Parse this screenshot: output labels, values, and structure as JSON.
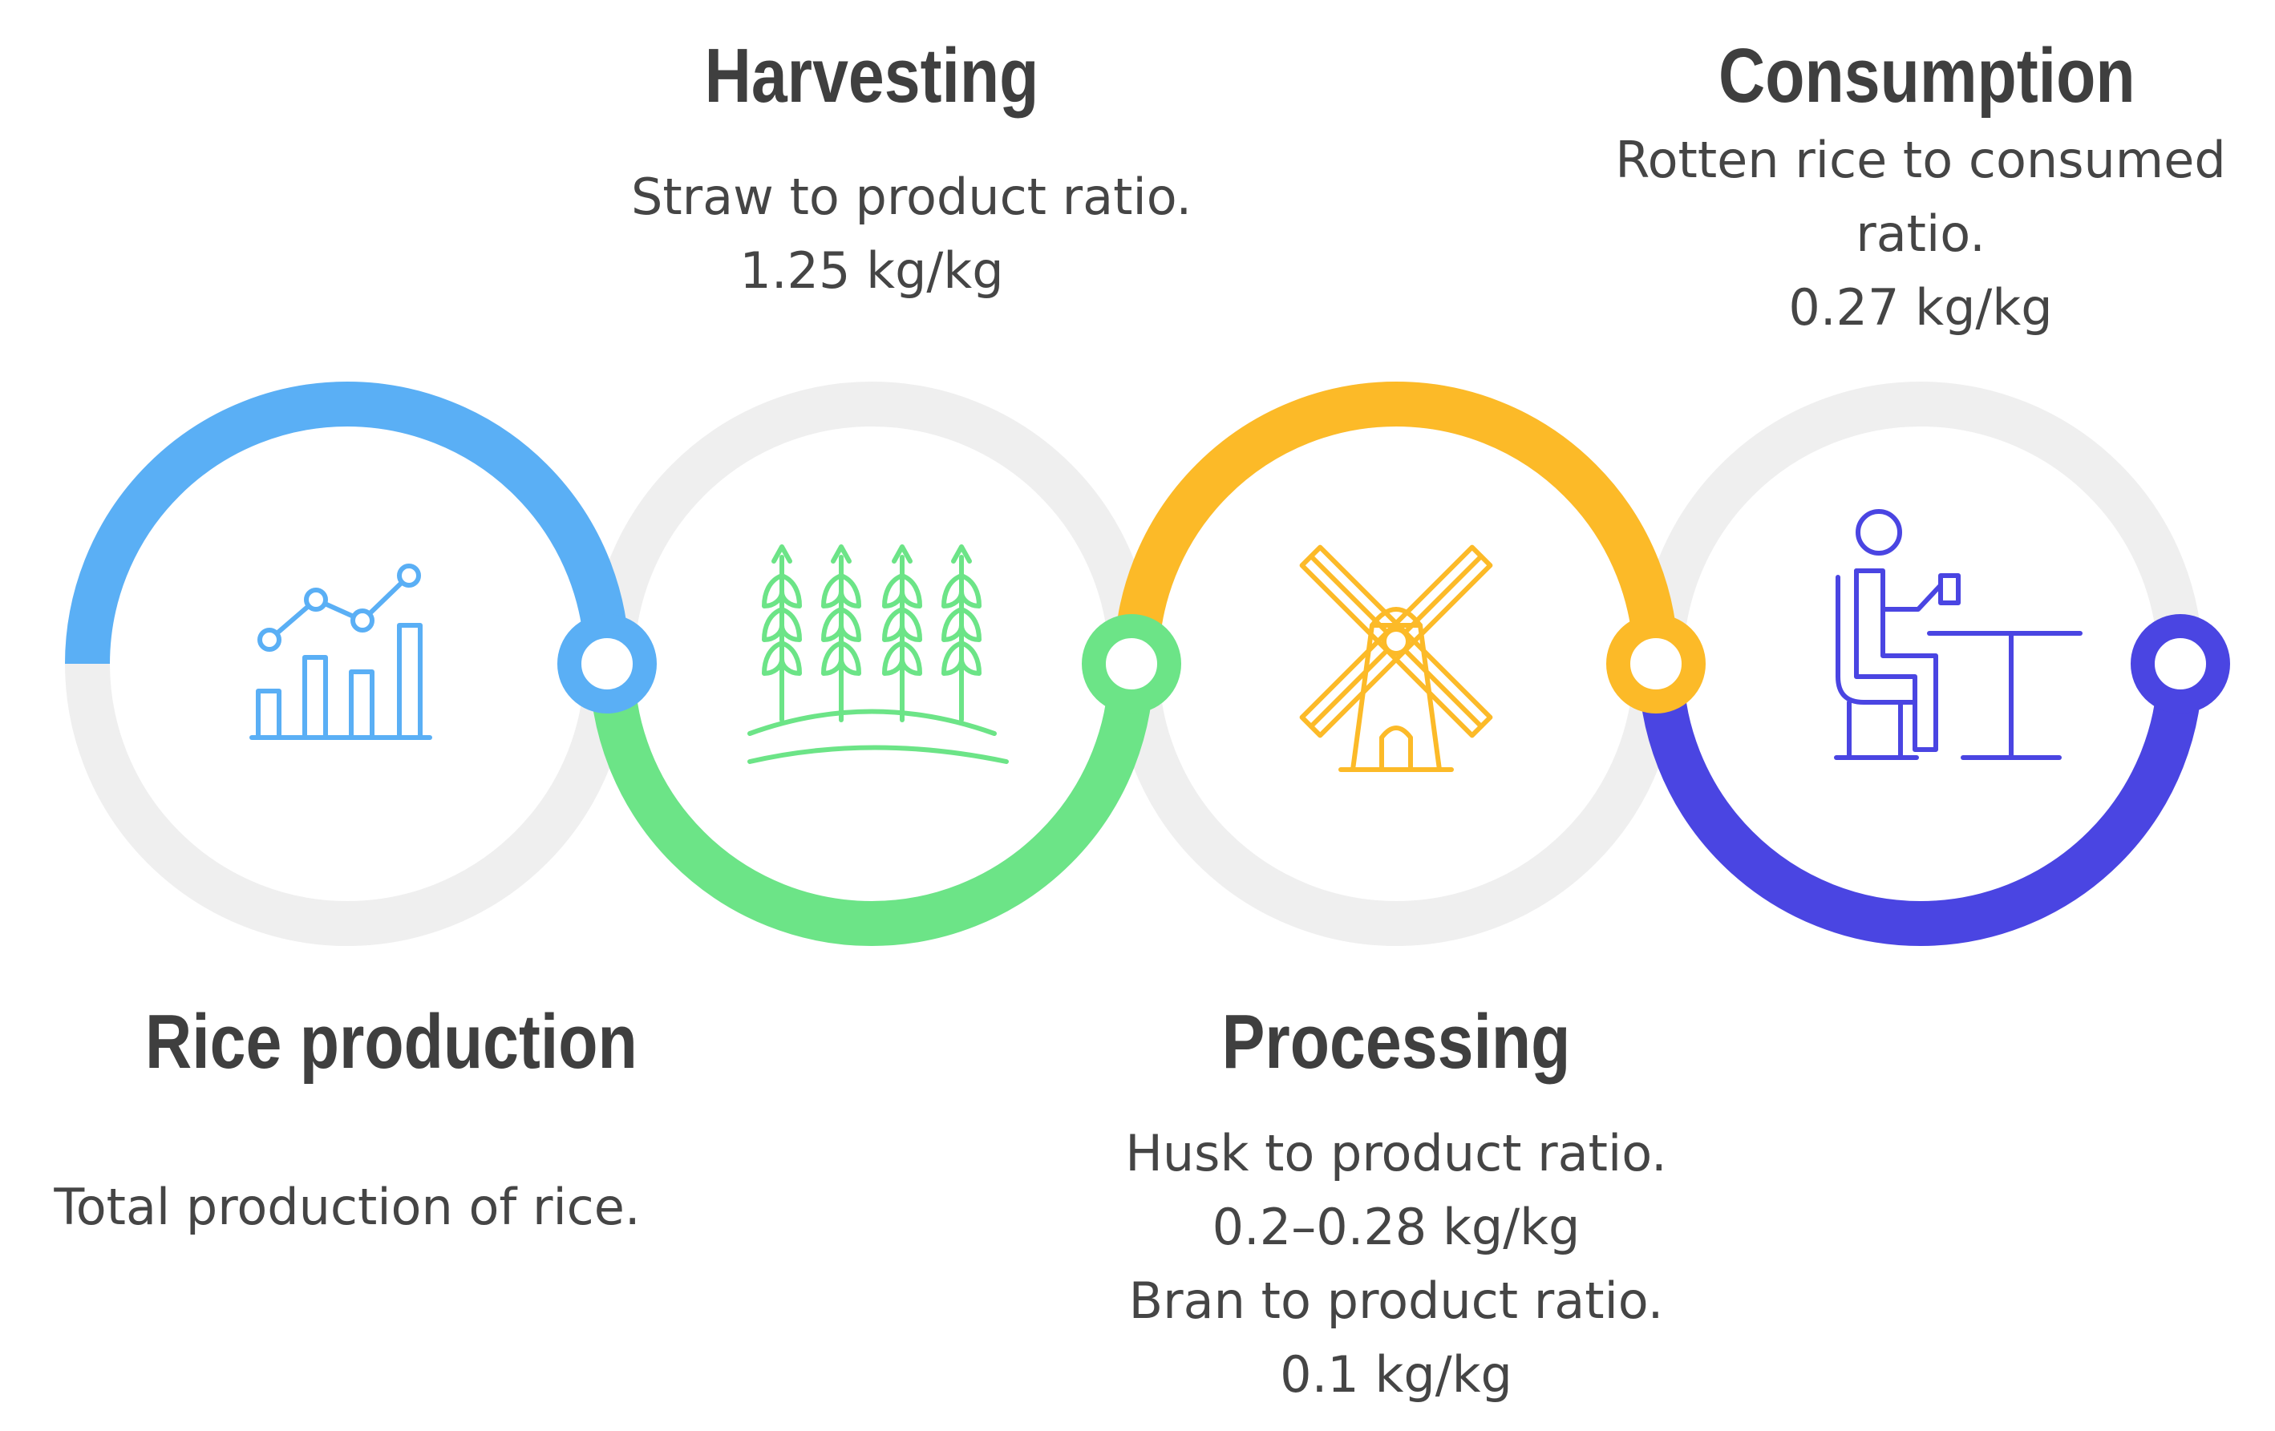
{
  "colors": {
    "track": "#efefef",
    "rice_production": "#5aaff5",
    "harvesting": "#6ce487",
    "processing": "#fcba28",
    "consumption": "#4a45e2",
    "title_text": "#3f3f3f",
    "body_text": "#454545"
  },
  "stages": [
    {
      "id": "rice-production",
      "title": "Rice production",
      "lines": [
        "Total production of rice."
      ],
      "icon": "bar-chart-icon",
      "color": "#5aaff5"
    },
    {
      "id": "harvesting",
      "title": "Harvesting",
      "lines": [
        "Straw to product ratio.",
        "1.25 kg/kg"
      ],
      "icon": "wheat-icon",
      "color": "#6ce487"
    },
    {
      "id": "processing",
      "title": "Processing",
      "lines": [
        "Husk to product ratio.",
        "0.2–0.28 kg/kg",
        "Bran to product ratio.",
        "0.1 kg/kg"
      ],
      "icon": "windmill-icon",
      "color": "#fcba28"
    },
    {
      "id": "consumption",
      "title": "Consumption",
      "lines": [
        "Rotten rice to consumed",
        "ratio.",
        "0.27 kg/kg"
      ],
      "icon": "person-at-table-icon",
      "color": "#4a45e2"
    }
  ]
}
